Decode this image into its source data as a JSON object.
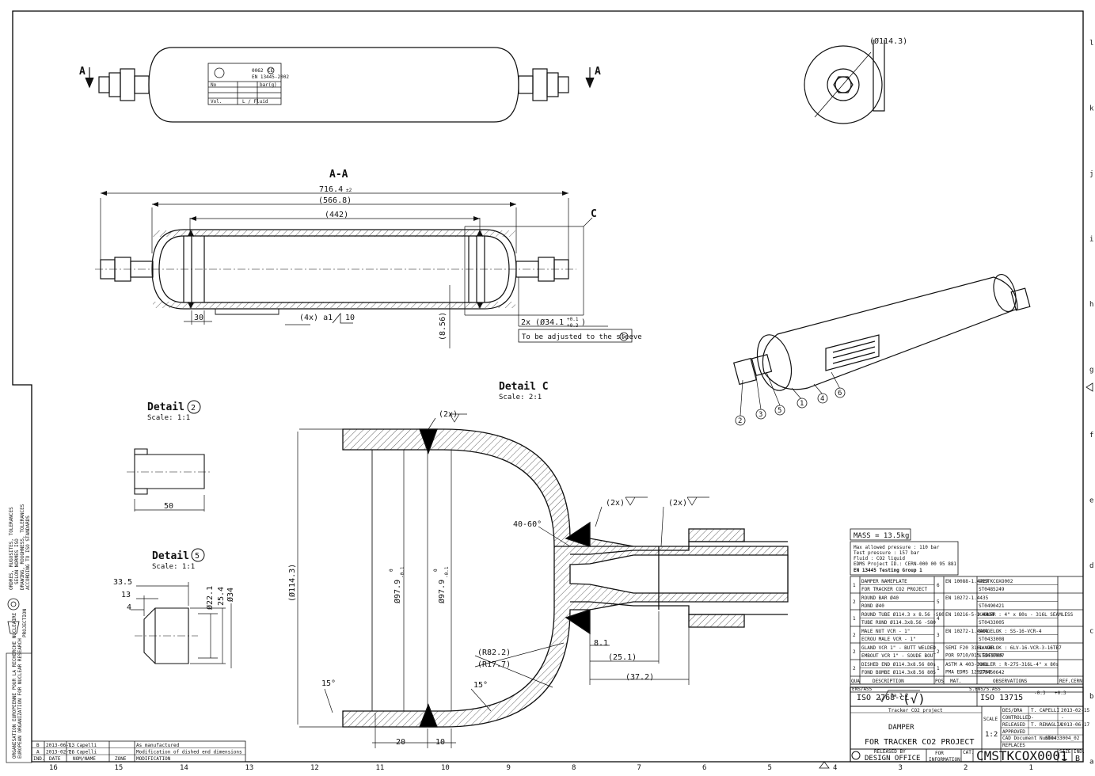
{
  "views": {
    "top": {
      "section_mark": "A",
      "dia_label": "(Ø114.3)"
    },
    "plate": {
      "code": "0062",
      "ce": "CE",
      "norm": "EN 13445-2002",
      "no_label": "No",
      "bar_label": "bar(g)",
      "vol_label": "Vol.",
      "l_label": "L / Fluid"
    },
    "section_aa": {
      "title": "A-A",
      "dim_total": "716.4",
      "dim_total_tol": "±2",
      "dim_mid": "(566.8)",
      "dim_inner": "(442)",
      "dim_30": "30",
      "weld": "(4x) a1",
      "weld_len": "10",
      "dim_856": "(8.56)",
      "detail_mark": "C",
      "bore": "2x (Ø34.1",
      "bore_tol_up": "+0.1",
      "bore_tol_lo": "+0.3",
      "bore_close": ")",
      "note": "To be adjusted to the sleeve"
    },
    "detail2": {
      "title": "Detail",
      "num": "2",
      "scale": "Scale:  1:1",
      "dim": "50"
    },
    "detail5": {
      "title": "Detail",
      "num": "5",
      "scale": "Scale:  1:1",
      "d1": "33.5",
      "d2": "13",
      "d3": "4",
      "v1": "Ø22.1",
      "v2": "25.4",
      "v3": "Ø34"
    },
    "detailC": {
      "title": "Detail C",
      "scale": "Scale:  2:1",
      "weld_top": "(2x)",
      "weld_mid": "(2x)",
      "weld_right": "(2x)",
      "angle": "40-60°",
      "dia_out": "(Ø114.3)",
      "dia_in1": "Ø97.9",
      "dia_in2": "Ø97.9",
      "tol_up": "0",
      "tol_lo": "-0.1",
      "r1": "(R82.2)",
      "r2": "(R17.7)",
      "a1": "15°",
      "a2": "15°",
      "d20": "20",
      "d10": "10",
      "d81": "8.1",
      "d251": "(25.1)",
      "d372": "(37.2)"
    },
    "iso": {
      "balloons": [
        "1",
        "2",
        "3",
        "4",
        "5",
        "6"
      ]
    }
  },
  "notes": {
    "mass": "MASS = 13.5kg",
    "lines": [
      "Max allowed pressure : 110 bar",
      "Test pressure : 157 bar",
      "Fluid : CO2 liquid",
      "EDMS Project ID.: CERN-000 00 95 881"
    ],
    "bold": "EN 13445 Testing Group 1"
  },
  "bom": {
    "rows": [
      {
        "qty": "1",
        "desc_en": "DAMPER NAMEPLATE",
        "desc_fr": "FOR TRACKER CO2 PROJECT",
        "pos": "6",
        "mat": "EN 10088-1.4429",
        "obs1": "CMSTKCOXO002",
        "obs2": "ST0485249"
      },
      {
        "qty": "2",
        "desc_en": "ROUND BAR Ø40",
        "desc_fr": "ROND Ø40",
        "pos": "5",
        "mat": "EN 10272-1.4435",
        "obs1": "",
        "obs2": "ST0490421"
      },
      {
        "qty": "1",
        "desc_en": "ROUND TUBE Ø114.3 x 8.56 -S80",
        "desc_fr": "TUBE ROND Ø114.3x8.56 -S80",
        "pos": "4",
        "mat": "EN 10216-5-1.4404",
        "obs1": "KHOLER : 4\" x 80s - 316L SEAMLESS",
        "obs2": "ST0433005"
      },
      {
        "qty": "2",
        "desc_en": "MALE NUT VCR - 1\"",
        "desc_fr": "ECROU MALE VCR - 1\"",
        "pos": "3",
        "mat": "EN 10272-1.4401",
        "obs1": "SWAGELOK : SS-16-VCR-4",
        "obs2": "ST0433008"
      },
      {
        "qty": "2",
        "desc_en": "GLAND VCR 1\" - BUTT WELDED",
        "desc_fr": "EMBOUT VCR 1\" - SOUDE BOUT",
        "pos": "2",
        "mat": "SEMI F20 316L VAR",
        "obs1": "SWAGELOK : 6LV-16-VCR-3-16TB7",
        "obs2": "ST0433007"
      },
      {
        "qty": "2",
        "desc_en": "DISHED END Ø114.3x8.56 80s",
        "desc_fr": "FOND BOMBE Ø114.3x8.56 80S",
        "pos": "1",
        "mat": "ASTM A 403-316L",
        "obs1": "KHOLER : R-275-316L-4\" x 80s",
        "obs2": "ST0450642"
      }
    ],
    "headers": {
      "qua": "QUA",
      "desc": "DESCRIPTION",
      "pos": "POS",
      "mat": "MAT.",
      "obs": "OBSERVATIONS",
      "ref": "REF.CERN"
    },
    "ens": "ENS/ASS",
    "sens": "S.ENS/S.ASS",
    "mat2": "POR 9710/015 EDF9709",
    "mat2b": "PMA EDMS 1291769"
  },
  "title_block": {
    "iso1": "ISO 2768-cL",
    "ra": "Ra 3.2",
    "iso2": "ISO 13715",
    "edge_tol1": "-0.3",
    "edge_tol2": "+0.3",
    "project": "Tracker CO2 project",
    "title1": "DAMPER",
    "title2": "FOR TRACKER CO2 PROJECT",
    "scale_label": "SCALE",
    "scale": "1:2",
    "roles": [
      {
        "role": "DES/DRA",
        "name": "T. CAPELLI",
        "date": "2013-02-15"
      },
      {
        "role": "CONTROLLED",
        "name": "-",
        "date": "-"
      },
      {
        "role": "RELEASED",
        "name": "T. RENAGLIA",
        "date": "2013-06-17"
      },
      {
        "role": "APPROVED",
        "name": "",
        "date": ""
      }
    ],
    "cad_label": "CAD Document Number",
    "cad_no": "ST0433004_02",
    "replaces": "REPLACES",
    "released_by": "RELEASED BY",
    "design_office": "DESIGN OFFICE",
    "for": "FOR",
    "information": "INFORMATION",
    "cat": "CAT.",
    "drawing_no": "CMSTKCOX0001",
    "size_label": "SIZE",
    "size": "1",
    "ind_label": "IND.",
    "ind": "B"
  },
  "revisions": [
    {
      "ind": "B",
      "date": "2013-06-13",
      "name": "T. Capelli",
      "zone": "",
      "mod": "As manufactured"
    },
    {
      "ind": "A",
      "date": "2013-02-26",
      "name": "T. Capelli",
      "zone": "",
      "mod": "Modification of dished end dimensions"
    }
  ],
  "rev_headers": {
    "ind": "IND.",
    "date": "DATE",
    "name": "NOM/NAME",
    "zone": "ZONE",
    "mod": "MODIFICATION"
  },
  "zones_bottom": [
    "16",
    "15",
    "14",
    "13",
    "12",
    "11",
    "10",
    "9",
    "8",
    "7",
    "6",
    "5",
    "4",
    "3",
    "2",
    "1"
  ],
  "zones_right": [
    "l",
    "k",
    "j",
    "i",
    "h",
    "g",
    "f",
    "e",
    "d",
    "c",
    "b",
    "a"
  ],
  "side": {
    "copyright1": "ORGANISATION EUROPEENNE POUR LA RECHERCHE NUCLEAIRE",
    "copyright2": "EUROPEAN ORGANIZATION FOR NUCLEAR RESEARCH",
    "tol1": "ORDRES, RUGOSITES, TOLERANCES",
    "tol2": "SELON NORMES ISO",
    "tol3": "DRAWING, ROUGHNESS, TOLERANCES",
    "tol4": "ACCORDING TO ISO STANDARDS",
    "proj": "PROJECTION"
  }
}
